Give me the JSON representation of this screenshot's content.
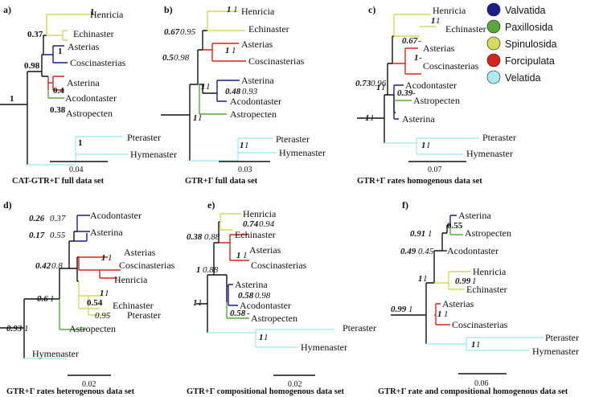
{
  "colors": {
    "valvatida": "#1c1e8c",
    "paxillosida": "#5aa83a",
    "spinulosida": "#d4dc5a",
    "forcipulata": "#d8231e",
    "velatida": "#a9ecf2",
    "base": "#111111"
  },
  "legend": [
    {
      "label": "Valvatida",
      "color": "#1c1e8c"
    },
    {
      "label": "Paxillosida",
      "color": "#5aa83a"
    },
    {
      "label": "Spinulosida",
      "color": "#d4dc5a"
    },
    {
      "label": "Forcipulata",
      "color": "#d8231e"
    },
    {
      "label": "Velatida",
      "color": "#a9ecf2"
    }
  ],
  "panels": {
    "a": {
      "label": "a)",
      "caption": "CAT-GTR+Γ full data set",
      "scale": "0.04",
      "taxa": {
        "henricia": "Henricia",
        "echinaster": "Echinaster",
        "asterias": "Asterias",
        "coscinasterias": "Coscinasterias",
        "asterina": "Asterina",
        "acodontaster": "Acodontaster",
        "astropecten": "Astropecten",
        "pteraster": "Pteraster",
        "hymenaster": "Hymenaster"
      },
      "support": {
        "root": "1",
        "n098": "0.98",
        "n037": "0.37",
        "henech": "1",
        "astcos": "1",
        "n04": "0.4",
        "n038": "0.38",
        "velat": "1"
      }
    },
    "b": {
      "label": "b)",
      "caption": "GTR+Γ full data set",
      "scale": "0.03",
      "taxa": {
        "henricia": "Henricia",
        "echinaster": "Echinaster",
        "asterias": "Asterias",
        "coscinasterias": "Coscinasterias",
        "asterina": "Asterina",
        "acodontaster": "Acodontaster",
        "astropecten": "Astropecten",
        "pteraster": "Pteraster",
        "hymenaster": "Hymenaster"
      },
      "support": {
        "henech_b": "1",
        "henech_i": "1",
        "n067_b": "0.67",
        "n067_i": "0.95",
        "astcos_b": "1",
        "astcos_i": "1",
        "n05_b": "0.5",
        "n05_i": "0.98",
        "n11_b": "1",
        "n11_i": "1",
        "n048_b": "0.48",
        "n048_i": "0.93",
        "bot_b": "1",
        "bot_i": "1",
        "velat_b": "1",
        "velat_i": "1"
      }
    },
    "c": {
      "label": "c)",
      "caption": "GTR+Γ rates homogenous data set",
      "scale": "0.07",
      "taxa": {
        "henricia": "Henricia",
        "echinaster": "Echinaster",
        "asterias": "Asterias",
        "coscinasterias": "Coscinasterias",
        "acodontaster": "Acodontaster",
        "astropecten": "Astropecten",
        "asterina": "Asterina",
        "pteraster": "Pteraster",
        "hymenaster": "Hymenaster"
      },
      "support": {
        "henech_b": "1",
        "henech_i": "1",
        "n067_b": "0.67",
        "n067_i": "-",
        "astcos_b": "1",
        "astcos_i": "-",
        "n073_b": "0.73",
        "n073_i": "0.96",
        "n11_b": "1",
        "n11_i": "1",
        "n039_b": "0.39",
        "n039_i": "-",
        "bot_b": "1",
        "bot_i": "1",
        "velat_b": "1",
        "velat_i": "1"
      }
    },
    "d": {
      "label": "d)",
      "caption": "GTR+Γ rates heterogenous data set",
      "scale": "0.02",
      "taxa": {
        "acodontaster": "Acodontaster",
        "asterina": "Asterina",
        "asterias": "Asterias",
        "coscinasterias": "Coscinasterias",
        "henricia": "Henricia",
        "echinaster": "Echinaster",
        "pteraster": "Pteraster",
        "astropecten": "Astropecten",
        "hymenaster": "Hymenaster"
      },
      "support": {
        "n026_b": "0.26",
        "n026_i": "0.37",
        "n017_b": "0.17",
        "n017_i": "0.55",
        "astcos_b": "1",
        "astcos_i": "1",
        "n042_b": "0.42",
        "n042_i": "0.8",
        "henech_b": "1",
        "henech_i": "1",
        "n054": "0.54",
        "n095": "0.95",
        "n06_b": "0.6",
        "n06_i": "1",
        "n093_b": "0.93",
        "n093_i": "1"
      }
    },
    "e": {
      "label": "e)",
      "caption": "GTR+Γ compositional homogenous data set",
      "scale": "0.02",
      "taxa": {
        "henricia": "Henricia",
        "echinaster": "Echinaster",
        "asterias": "Asterias",
        "coscinasterias": "Coscinasterias",
        "asterina": "Asterina",
        "acodontaster": "Acodontaster",
        "astropecten": "Astropecten",
        "pteraster": "Pteraster",
        "hymenaster": "Hymenaster"
      },
      "support": {
        "n074_b": "0.74",
        "n074_i": "0.94",
        "n038_b": "0.38",
        "n038_i": "0.88",
        "astcos_b": "1",
        "astcos_i": "1",
        "n1088_b": "1",
        "n1088_i": "0.88",
        "n058a_b": "0.58",
        "n058a_i": "0.98",
        "n058b_b": "0.58",
        "n058b_i": "-",
        "root_b": "1",
        "root_i": "1",
        "velat_b": "1",
        "velat_i": "1"
      }
    },
    "f": {
      "label": "f)",
      "caption": "GTR+Γ rate and compositional homogenous data set",
      "scale": "0.06",
      "taxa": {
        "asterina": "Asterina",
        "astropecten": "Astropecten",
        "acodontaster": "Acodontaster",
        "henricia": "Henricia",
        "echinaster": "Echinaster",
        "asterias": "Asterias",
        "coscinasterias": "Coscinasterias",
        "pteraster": "Pteraster",
        "hymenaster": "Hymenaster"
      },
      "support": {
        "n055": "0.55",
        "n091_b": "0.91",
        "n091_i": "1",
        "n049_b": "0.49",
        "n049_i": "0.45",
        "n11_b": "1",
        "n11_i": "1",
        "n099h_b": "0.99",
        "n099h_i": "1",
        "astcos_b": "1",
        "astcos_i": "1",
        "n099_b": "0.99",
        "n099_i": "1",
        "velat_b": "1",
        "velat_i": "1"
      }
    }
  }
}
